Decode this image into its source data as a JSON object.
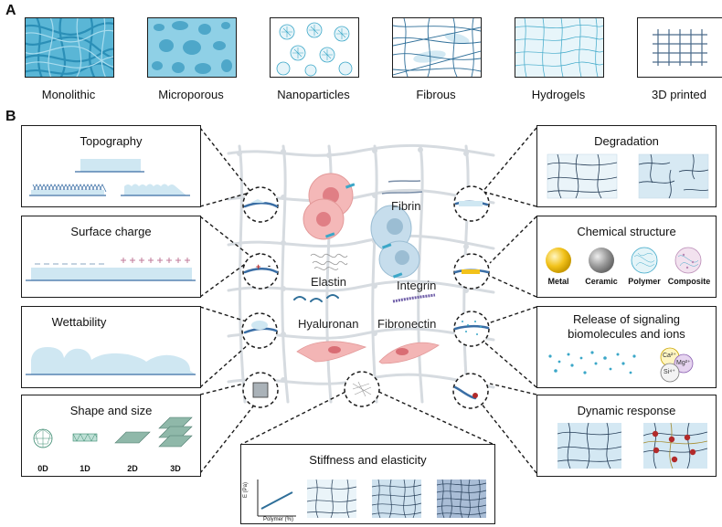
{
  "panel_a": {
    "letter": "A",
    "items": [
      {
        "label": "Monolithic"
      },
      {
        "label": "Microporous"
      },
      {
        "label": "Nanoparticles"
      },
      {
        "label": "Fibrous"
      },
      {
        "label": "Hydrogels"
      },
      {
        "label": "3D printed"
      }
    ]
  },
  "panel_b": {
    "letter": "B",
    "left_boxes": {
      "topography": "Topography",
      "surface_charge": "Surface charge",
      "wettability": "Wettability",
      "shape_size": "Shape and size",
      "shape_labels": [
        "0D",
        "1D",
        "2D",
        "3D"
      ]
    },
    "right_boxes": {
      "degradation": "Degradation",
      "chemical_structure": "Chemical structure",
      "material_labels": [
        "Metal",
        "Ceramic",
        "Polymer",
        "Composite"
      ],
      "release_line1": "Release of signaling",
      "release_line2": "biomolecules and ions",
      "ions": [
        "Ca²⁺",
        "Mg²⁺",
        "Si⁴⁺"
      ],
      "dynamic_response": "Dynamic response"
    },
    "bottom_box": {
      "title": "Stiffness and elasticity",
      "y_axis": "E (Pa)",
      "x_axis": "Polymer (%)"
    },
    "center_labels": {
      "fibrin": "Fibrin",
      "elastin": "Elastin",
      "integrin": "Integrin",
      "hyaluronan": "Hyaluronan",
      "fibronectin": "Fibronectin"
    },
    "charges": {
      "plus": "+",
      "minus": "-"
    }
  },
  "colors": {
    "accent_blue": "#3b9fca",
    "light_blue": "#cfe7f2",
    "line_blue": "#3a6ea5",
    "cell_pink": "#f0a7a7",
    "cell_blue": "#bcd6e8",
    "metal": "#f2c21b",
    "ceramic": "#9a9a9a"
  }
}
